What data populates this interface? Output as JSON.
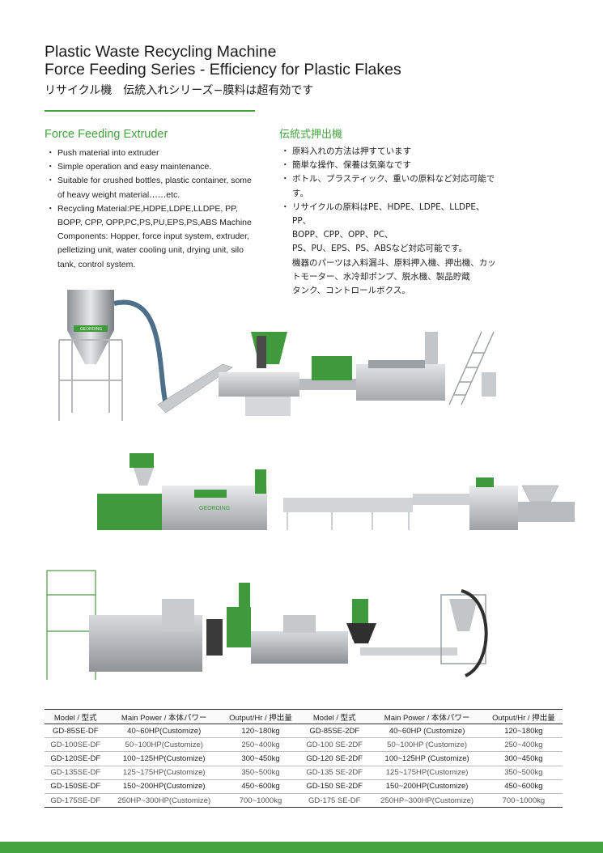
{
  "header": {
    "title_line1": "Plastic Waste Recycling Machine",
    "title_line2": "Force Feeding Series - Efficiency for Plastic Flakes",
    "title_jp": "リサイクル機　伝統入れシリーズ−膜料は超有効です"
  },
  "english": {
    "heading": "Force Feeding Extruder",
    "items": [
      "Push material into extruder",
      "Simple operation and easy maintenance.",
      "Suitable for crushed bottles, plastic container, some of heavy weight material‥‥‥etc.",
      "Recycling Material:PE,HDPE,LDPE,LLDPE, PP, BOPP, CPP, OPP,PC,PS,PU,EPS,PS,ABS Machine Components: Hopper, force input system, extruder, pelletizing unit, water cooling unit, drying unit, silo tank, control system."
    ]
  },
  "japanese": {
    "heading": "伝統式押出機",
    "items": [
      "原料入れの方法は押すています",
      "簡単な操作、保養は気楽なです",
      "ボトル、プラスティック、重いの原料など対応可能です。",
      "リサイクルの原料はPE、HDPE、LDPE、LLDPE、PP、"
    ],
    "continuation": [
      "BOPP、CPP、OPP、PC、",
      "PS、PU、EPS、PS、ABSなど対応可能です。",
      "機器のパーツは入料漏斗、原料押入機、押出機、カッ",
      "トモーター、水冷却ポンプ、脱水機、製品貯蔵",
      "タンク、コントロールボクス。"
    ]
  },
  "brand": "GEORDING",
  "table": {
    "headers": [
      "Model / 型式",
      "Main Power / 本体パワー",
      "Output/Hr / 押出量",
      "Model / 型式",
      "Main Power / 本体パワー",
      "Output/Hr / 押出量"
    ],
    "rows": [
      [
        "GD-85SE-DF",
        "40~60HP(Customize)",
        "120~180kg",
        "GD-85SE-2DF",
        "40~60HP (Customize)",
        "120~180kg"
      ],
      [
        "GD-100SE-DF",
        "50~100HP(Customize)",
        "250~400kg",
        "GD-100 SE-2DF",
        "50~100HP  (Customize)",
        "250~400kg"
      ],
      [
        "GD-120SE-DF",
        "100~125HP(Customize)",
        "300~450kg",
        "GD-120 SE-2DF",
        "100~125HP (Customize)",
        "300~450kg"
      ],
      [
        "GD-135SE-DF",
        "125~175HP(Customize)",
        "350~500kg",
        "GD-135 SE-2DF",
        "125~175HP(Customize)",
        "350~500kg"
      ],
      [
        "GD-150SE-DF",
        "150~200HP(Customize)",
        "450~600kg",
        "GD-150 SE-2DF",
        "150~200HP(Customize)",
        "450~600kg"
      ],
      [
        "GD-175SE-DF",
        "250HP~300HP(Customize)",
        "700~1000kg",
        "GD-175 SE-DF",
        "250HP~300HP(Customize)",
        "700~1000kg"
      ]
    ]
  },
  "colors": {
    "accent": "#43a33e",
    "machine_green": "#3e9a3a",
    "steel": "#c9ccce"
  }
}
